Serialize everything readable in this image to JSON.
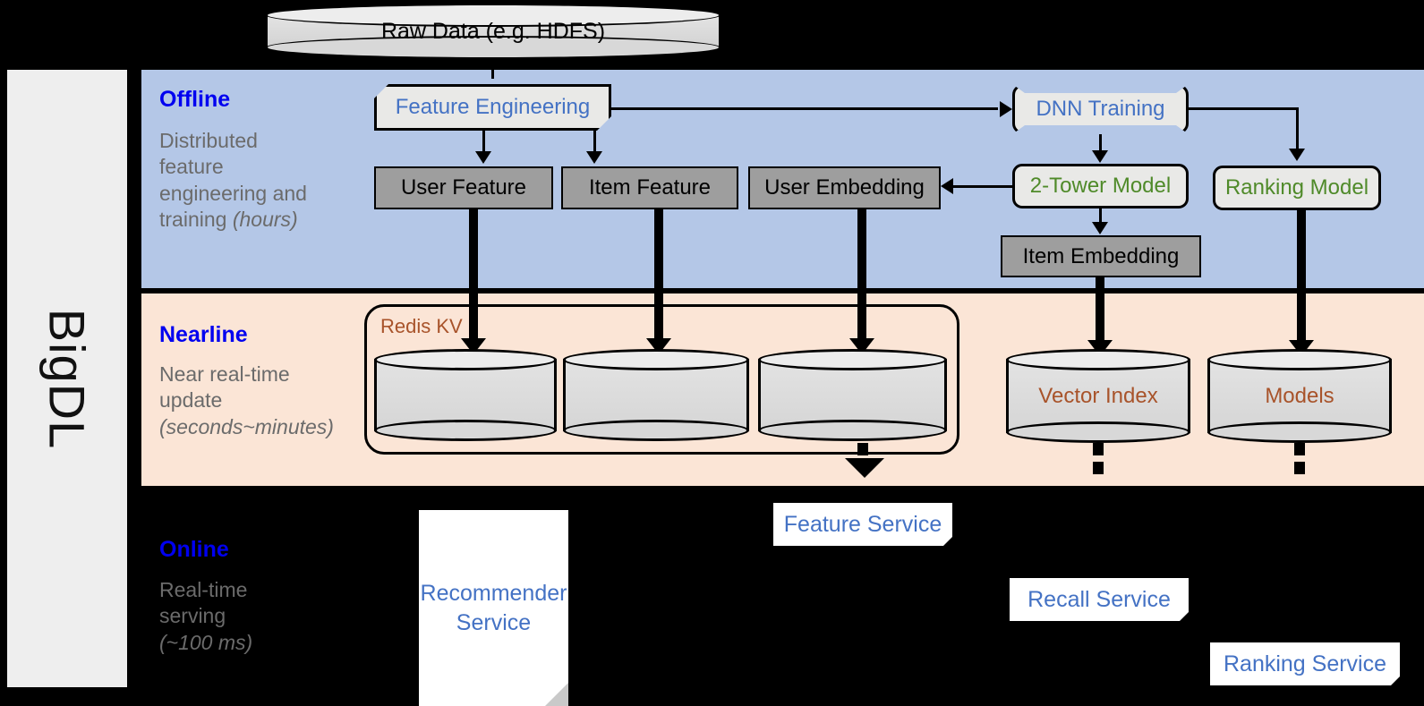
{
  "platform": {
    "name": "BigDL"
  },
  "source": {
    "label": "Raw Data (e.g. HDFS)"
  },
  "stages": [
    {
      "key": "offline",
      "title": "Offline",
      "desc": "Distributed feature engineering and ",
      "desc_em": "(hours)"
    },
    {
      "key": "nearline",
      "title": "Nearline",
      "desc": "Near real-time update ",
      "desc_em": "(seconds~minutes)"
    },
    {
      "key": "online",
      "title": "Online",
      "desc": "Real-time serving ",
      "desc_em": "(~100 ms)"
    }
  ],
  "offline": {
    "title": "Offline",
    "desc_line1": "Distributed",
    "desc_line2": "feature",
    "desc_line3": "engineering and",
    "desc_line4": "training ",
    "desc_em": "(hours)",
    "feature_engineering": "Feature Engineering",
    "dnn_training": "DNN Training",
    "user_feature": "User Feature",
    "item_feature": "Item Feature",
    "user_embedding": "User Embedding",
    "two_tower_model": "2-Tower Model",
    "ranking_model": "Ranking Model",
    "item_embedding": "Item Embedding"
  },
  "nearline": {
    "title": "Nearline",
    "desc_line1": "Near real-time",
    "desc_line2": "update",
    "desc_em": "(seconds~minutes)",
    "redis_kv": "Redis KV",
    "vector_index": "Vector Index",
    "models": "Models",
    "redis_stores": [
      "",
      "",
      ""
    ]
  },
  "online": {
    "title": "Online",
    "desc_line1": "Real-time",
    "desc_line2": "serving",
    "desc_em": "(~100 ms)",
    "recommender_service_l1": "Recommender",
    "recommender_service_l2": "Service",
    "feature_service": "Feature Service",
    "recall_service": "Recall Service",
    "ranking_service": "Ranking Service"
  },
  "colors": {
    "offline_band": "#b4c7e7",
    "nearline_band": "#fbe5d6",
    "online_band": "#000000",
    "stage_title": "#0000f0",
    "stage_desc": "#6b6b6b",
    "model_green": "#4f8a29",
    "service_blue": "#4472c4",
    "store_brown": "#a8532a",
    "grey_box": "#9e9e9e",
    "rail": "#eeeeee"
  }
}
